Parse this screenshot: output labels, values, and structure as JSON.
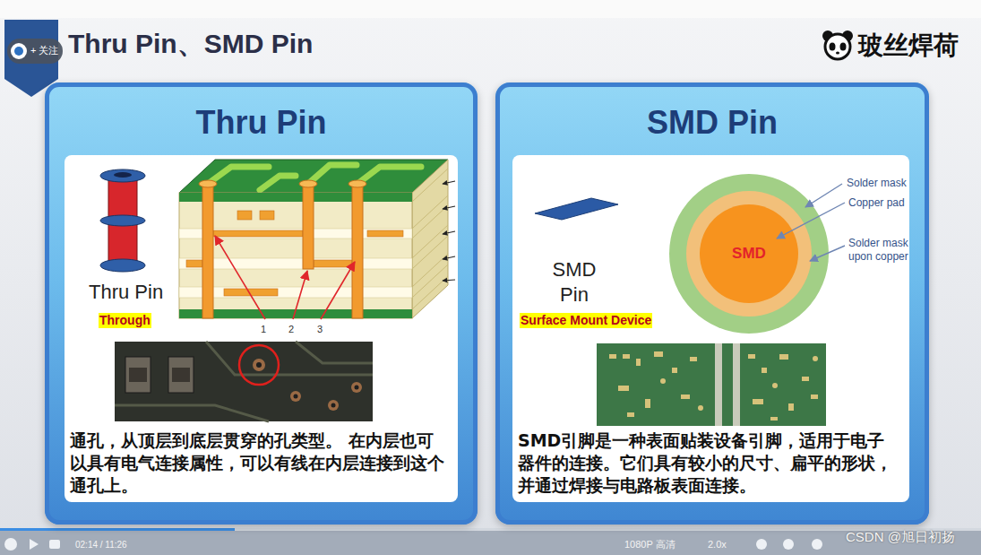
{
  "diagram": {
    "title": "Thru Pin、SMD Pin",
    "nodes": [
      {
        "text": [
          "Thru Pin"
        ]
      },
      {
        "text": [
          "通孔，从顶层到底层贯穿的孔类型。 在内层也可以具有电气连接属性，可以有线在内层连接到这个通孔上。"
        ],
        "in": 0
      },
      {
        "text": [
          "SMD Pin"
        ]
      },
      {
        "text": [
          "SMD引脚是一种表面贴装设备引脚，适用于电子器件的连接。它们具有较小的尺寸、扁平的形状，并通过焊接与电路板表面连接。"
        ],
        "in": 2
      },
      {
        "text": [
          "SMD"
        ],
        "in": 3
      }
    ],
    "labels": [
      "+ 关注",
      "玻丝焊荷",
      "Thru Pin",
      "Through",
      "1",
      "2",
      "3",
      "SMD Pin",
      "Surface Mount Device",
      "Solder mask",
      "Copper pad",
      "Solder mask upon copper",
      "02:14 / 11:26",
      "1080P 高清",
      "2.0x",
      "CSDN @旭日初扬"
    ]
  }
}
